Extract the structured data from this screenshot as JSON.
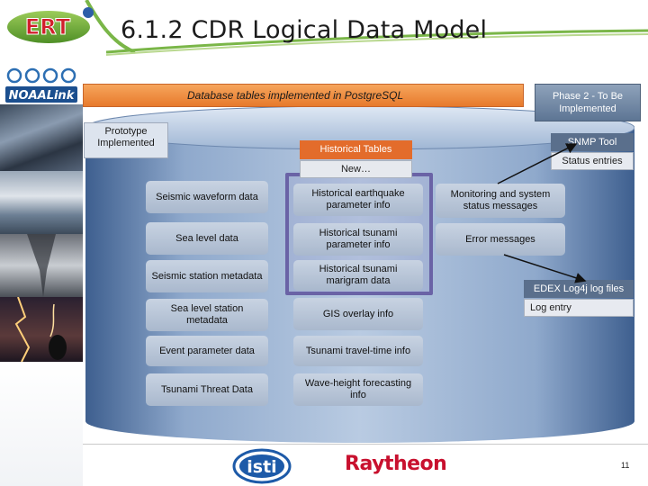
{
  "slide": {
    "title": "6.1.2 CDR Logical Data Model",
    "page_number": "11"
  },
  "logos": {
    "ert": "ERT",
    "noaa": "NOAALink",
    "isti": "isti",
    "raytheon": "Raytheon"
  },
  "diagram": {
    "banner": "Database tables implemented in PostgreSQL",
    "phase2": "Phase 2 - To Be Implemented",
    "prototype": "Prototype Implemented",
    "historical_tables": "Historical Tables",
    "new_label": "New…",
    "left_column": [
      "Seismic waveform data",
      "Sea level data",
      "Seismic station metadata",
      "Sea level station metadata",
      "Event parameter data",
      "Tsunami Threat Data"
    ],
    "middle_column": [
      "Historical earthquake parameter info",
      "Historical tsunami parameter info",
      "Historical tsunami marigram data",
      "GIS overlay info",
      "Tsunami travel-time info",
      "Wave-height forecasting info"
    ],
    "right_column": [
      "Monitoring and system status messages",
      "Error messages"
    ],
    "snmp_tool": "SNMP Tool",
    "status_entries": "Status entries",
    "edex_log": "EDEX Log4j log files",
    "log_entry": "Log entry"
  },
  "colors": {
    "banner": "#e77a2c",
    "historical_header": "#e36c2b",
    "phase2_box": "#5d7594",
    "cylinder": "#7f9cc4",
    "cell": "#b8c5d8",
    "historical_frame": "#6a63a6",
    "raytheon": "#c8102e",
    "isti": "#1d5aa8"
  }
}
